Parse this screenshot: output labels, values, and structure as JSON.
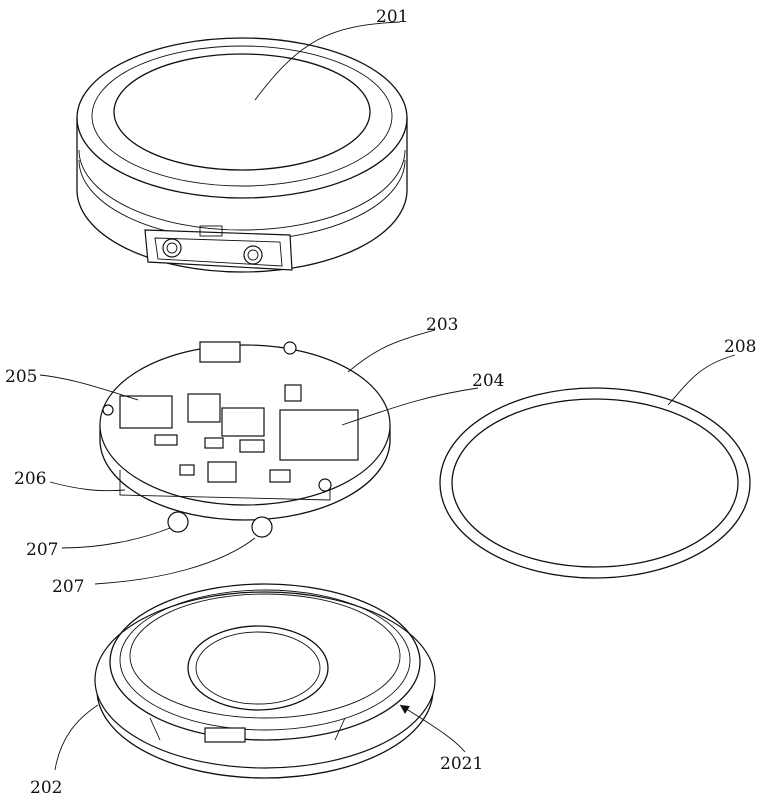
{
  "figure": {
    "labels": {
      "housing_top": "201",
      "pcb": "203",
      "module": "204",
      "chip": "205",
      "connector_board": "206",
      "contact_a": "207",
      "contact_b": "207",
      "seal_ring": "208",
      "bottom_cover": "202",
      "cover_groove": "2021"
    }
  }
}
